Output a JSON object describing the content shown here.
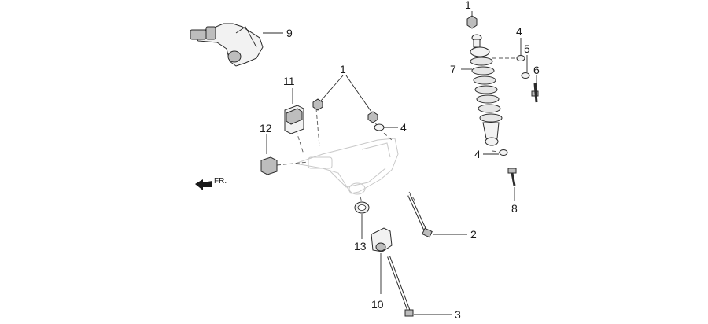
{
  "callouts": {
    "c1a": "1",
    "c1b": "1",
    "c2": "2",
    "c3": "3",
    "c4a": "4",
    "c4b": "4",
    "c4c": "4",
    "c5": "5",
    "c6": "6",
    "c7": "7",
    "c8": "8",
    "c9": "9",
    "c10": "10",
    "c11": "11",
    "c12": "12",
    "c13": "13"
  },
  "direction": {
    "label": "FR."
  }
}
